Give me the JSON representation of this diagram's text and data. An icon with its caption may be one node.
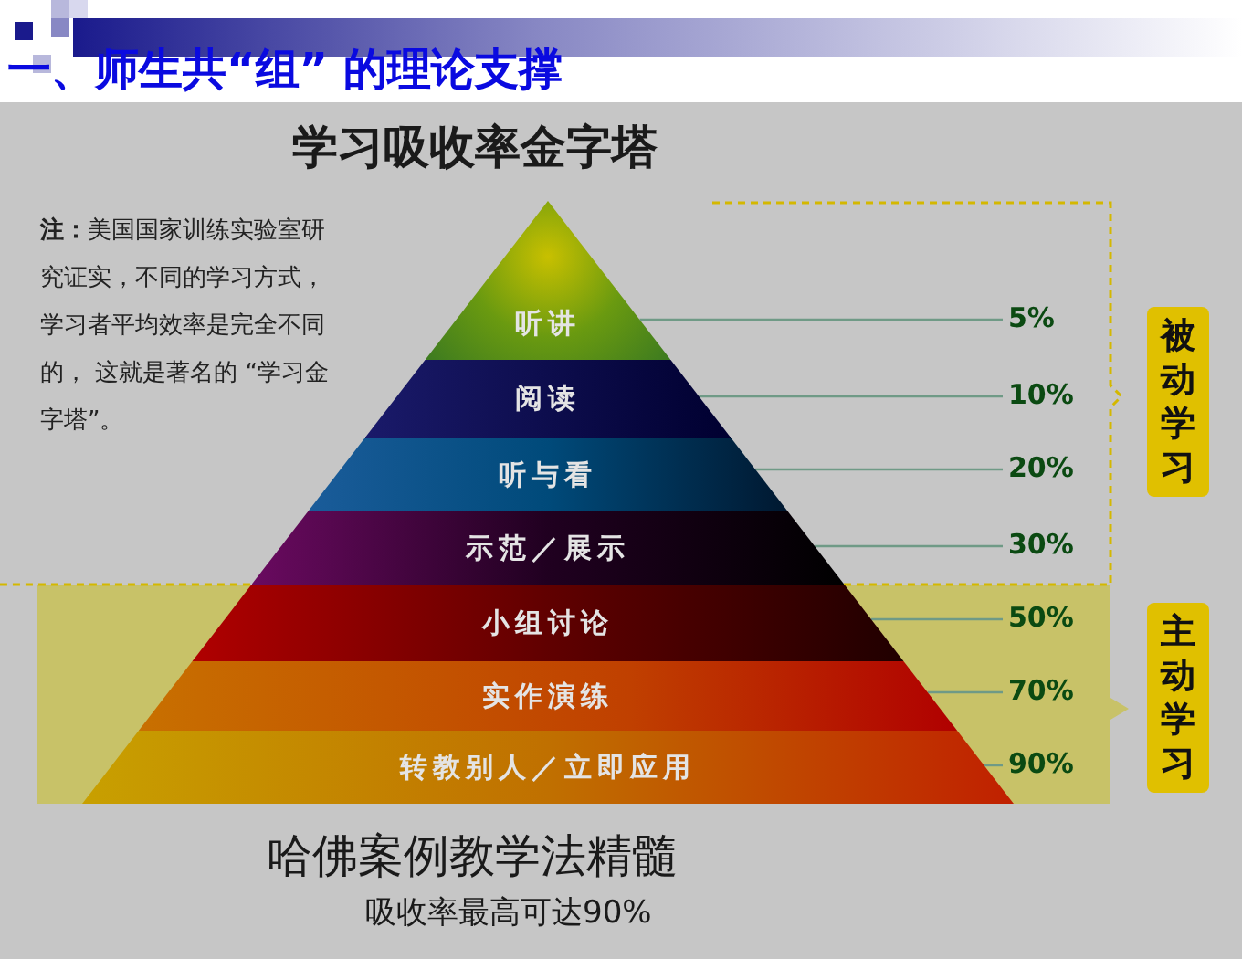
{
  "diagram": {
    "title": "一、师生共“组” 的理论支撑",
    "nodes": [
      {
        "text": [
          "听讲"
        ]
      },
      {
        "text": [
          "阅读"
        ]
      },
      {
        "text": [
          "听与看"
        ]
      },
      {
        "text": [
          "示范／展示"
        ]
      },
      {
        "text": [
          "小组讨论"
        ]
      },
      {
        "text": [
          "实作演练"
        ]
      },
      {
        "text": [
          "转教别人／立即应用"
        ]
      },
      {
        "text": [
          "5%"
        ]
      },
      {
        "text": [
          "10%"
        ]
      },
      {
        "text": [
          "20%"
        ]
      },
      {
        "text": [
          "30%"
        ]
      },
      {
        "text": [
          "50%"
        ]
      },
      {
        "text": [
          "70%"
        ]
      },
      {
        "text": [
          "90%"
        ]
      },
      {
        "text": [
          "被动学习"
        ]
      },
      {
        "text": [
          "主动学习"
        ]
      }
    ],
    "edges": [
      {
        "from": 7,
        "to": 0,
        "arrow": "none"
      },
      {
        "from": 8,
        "to": 1,
        "arrow": "none"
      },
      {
        "from": 9,
        "to": 2,
        "arrow": "none"
      },
      {
        "from": 10,
        "to": 3,
        "arrow": "none"
      },
      {
        "from": 11,
        "to": 4,
        "arrow": "none"
      },
      {
        "from": 12,
        "to": 5,
        "arrow": "none"
      },
      {
        "from": 13,
        "to": 6,
        "arrow": "none"
      }
    ],
    "labels": [
      "学习吸收率金字塔",
      "**注：**美国国家训练实验室研究证实，不同的学习方式，学习者平均效率是完全不同的， 这就是著名的 “学习金字塔”。",
      "哈佛案例教学法精髓",
      "吸收率最高可达90%"
    ]
  }
}
